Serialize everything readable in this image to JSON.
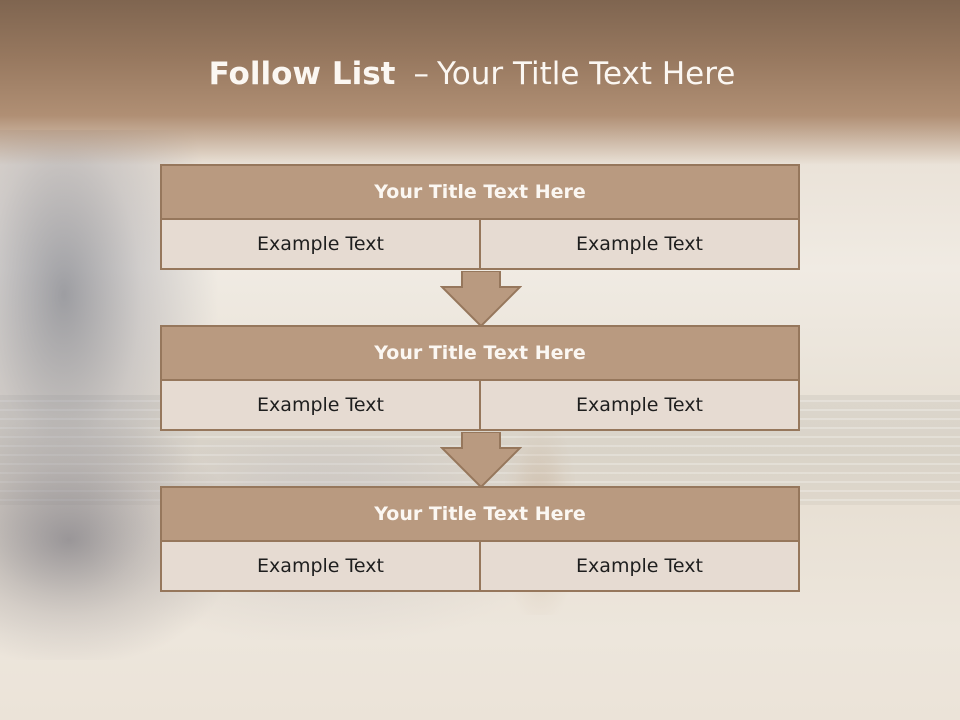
{
  "slide": {
    "title_bold": "Follow List",
    "title_separator": "–",
    "title_rest": "Your Title Text Here"
  },
  "blocks": [
    {
      "title": "Your Title Text Here",
      "left": "Example Text",
      "right": "Example Text"
    },
    {
      "title": "Your Title Text Here",
      "left": "Example Text",
      "right": "Example Text"
    },
    {
      "title": "Your Title Text Here",
      "left": "Example Text",
      "right": "Example Text"
    }
  ],
  "colors": {
    "header_band": "#8f715a",
    "block_title_fill": "#b99a80",
    "block_border": "#96775c",
    "cell_fill": "#e6dbd2",
    "arrow_fill": "#b99a80"
  },
  "icons": {
    "connector": "down-arrow-icon"
  }
}
